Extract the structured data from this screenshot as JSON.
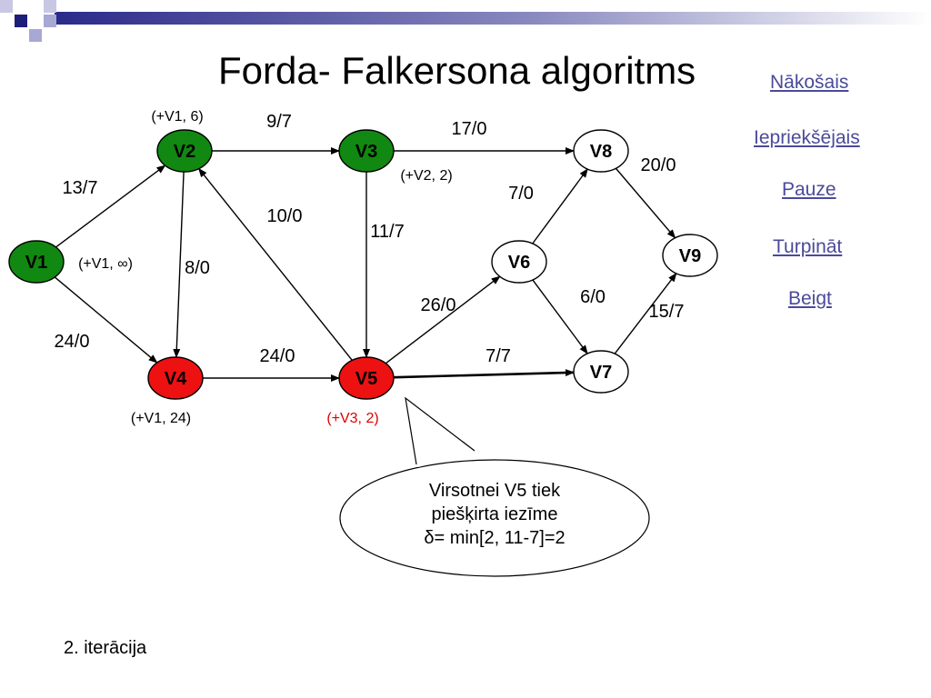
{
  "slide": {
    "title": "Forda- Falkersona algoritms",
    "footer": "2. iterācija"
  },
  "nav": {
    "next": "Nākošais",
    "previous": "Iepriekšējais",
    "pause": "Pauze",
    "continue": "Turpināt",
    "end": "Beigt"
  },
  "colors": {
    "labeled_node": "#118811",
    "path_node": "#ee1111",
    "plain_node": "#ffffff",
    "nav_link": "#4a4a9a",
    "path_label": "#dd0000"
  },
  "graph": {
    "nodes": [
      {
        "id": "V1",
        "label": "V1",
        "state": "labeled"
      },
      {
        "id": "V2",
        "label": "V2",
        "state": "labeled"
      },
      {
        "id": "V3",
        "label": "V3",
        "state": "labeled"
      },
      {
        "id": "V4",
        "label": "V4",
        "state": "path"
      },
      {
        "id": "V5",
        "label": "V5",
        "state": "path"
      },
      {
        "id": "V6",
        "label": "V6",
        "state": "plain"
      },
      {
        "id": "V7",
        "label": "V7",
        "state": "plain"
      },
      {
        "id": "V8",
        "label": "V8",
        "state": "plain"
      },
      {
        "id": "V9",
        "label": "V9",
        "state": "plain"
      }
    ],
    "edges": [
      {
        "from": "V1",
        "to": "V2",
        "label": "13/7"
      },
      {
        "from": "V1",
        "to": "V4",
        "label": "24/0"
      },
      {
        "from": "V2",
        "to": "V3",
        "label": "9/7"
      },
      {
        "from": "V2",
        "to": "V4",
        "label": "8/0"
      },
      {
        "from": "V5",
        "to": "V2",
        "label": "10/0"
      },
      {
        "from": "V3",
        "to": "V8",
        "label": "17/0"
      },
      {
        "from": "V3",
        "to": "V5",
        "label": "11/7"
      },
      {
        "from": "V4",
        "to": "V5",
        "label": "24/0"
      },
      {
        "from": "V5",
        "to": "V6",
        "label": "26/0"
      },
      {
        "from": "V5",
        "to": "V7",
        "label": "7/7"
      },
      {
        "from": "V6",
        "to": "V8",
        "label": "7/0"
      },
      {
        "from": "V6",
        "to": "V7",
        "label": "6/0"
      },
      {
        "from": "V8",
        "to": "V9",
        "label": "20/0"
      },
      {
        "from": "V7",
        "to": "V9",
        "label": "15/7"
      }
    ],
    "node_marks": {
      "V1": "(+V1, ∞)",
      "V2": "(+V1, 6)",
      "V3": "(+V2, 2)",
      "V4": "(+V1, 24)",
      "V5": "(+V3, 2)"
    }
  },
  "callout": {
    "lines": [
      "Virsotnei V5 tiek",
      "piešķirta iezīme",
      "δ= min[2, 11-7]=2"
    ]
  }
}
